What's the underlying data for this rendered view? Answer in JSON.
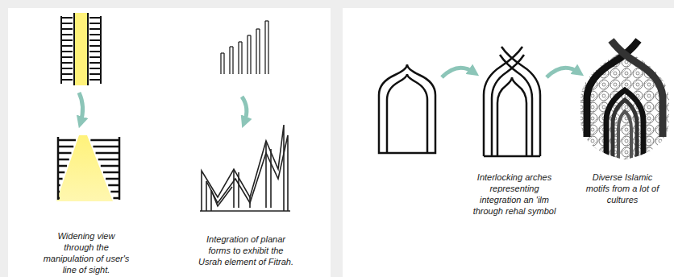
{
  "diagram": {
    "labels": [
      "Widening view through the manipulation of user's line of sight.",
      "Integration of planar forms to exhibit the Usrah element of Fitrah.",
      "Interlocking arches representing integration an 'ilm through rehal symbol",
      "Diverse Islamic motifs from a lot of cultures"
    ]
  }
}
